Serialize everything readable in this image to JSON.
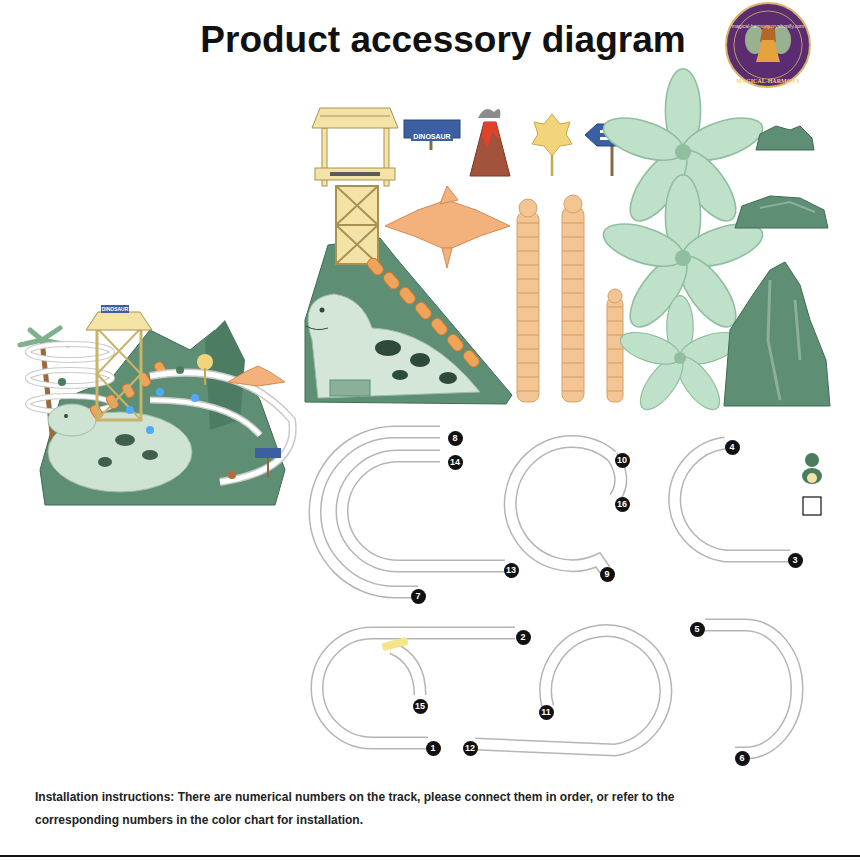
{
  "diagram": {
    "title": "Product accessory diagram",
    "caption": "Installation instructions: There are numerical numbers on the track, please connect them in order, or refer to the corresponding numbers in the color chart for installation.",
    "labels": [
      "magical-harmony.myshopify.com",
      "MAGICAL-HARMONY",
      "DINOSAUR",
      "DINOSAUR",
      "8",
      "14",
      "13",
      "7",
      "10",
      "16",
      "9",
      "4",
      "3",
      "2",
      "15",
      "1",
      "12",
      "11",
      "5",
      "6"
    ]
  }
}
